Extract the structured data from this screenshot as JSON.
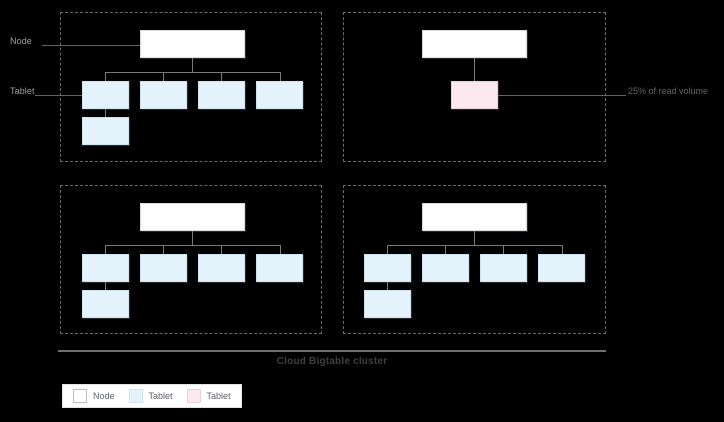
{
  "diagram": {
    "caption": "Cloud Bigtable cluster",
    "annotations": {
      "node_label": "Node",
      "tablet_label": "Tablet",
      "hot_tablet_callout": "25% of read volume"
    },
    "colors": {
      "node_fill": "#ffffff",
      "tablet_fill": "#e3f2fb",
      "hot_tablet_fill": "#fbe9ef",
      "panel_border": "#6b6b6b",
      "connector": "#7a7a7a",
      "background": "#000000",
      "caption_text": "#3c4043",
      "label_text": "#9aa0a6"
    },
    "nodes": [
      {
        "id": "node-1",
        "position": "top-left",
        "node_box": {
          "type": "node",
          "fill": "node_fill"
        },
        "tablets": [
          {
            "id": "tablet-1-1",
            "type": "tablet"
          },
          {
            "id": "tablet-1-2",
            "type": "tablet"
          },
          {
            "id": "tablet-1-3",
            "type": "tablet"
          },
          {
            "id": "tablet-1-4",
            "type": "tablet"
          },
          {
            "id": "tablet-1-5",
            "type": "tablet"
          }
        ],
        "tablet_count": 5
      },
      {
        "id": "node-2",
        "position": "top-right",
        "node_box": {
          "type": "node",
          "fill": "node_fill"
        },
        "tablets": [
          {
            "id": "tablet-2-1",
            "type": "hot-tablet"
          }
        ],
        "tablet_count": 1
      },
      {
        "id": "node-3",
        "position": "bottom-left",
        "node_box": {
          "type": "node",
          "fill": "node_fill"
        },
        "tablets": [
          {
            "id": "tablet-3-1",
            "type": "tablet"
          },
          {
            "id": "tablet-3-2",
            "type": "tablet"
          },
          {
            "id": "tablet-3-3",
            "type": "tablet"
          },
          {
            "id": "tablet-3-4",
            "type": "tablet"
          },
          {
            "id": "tablet-3-5",
            "type": "tablet"
          }
        ],
        "tablet_count": 5
      },
      {
        "id": "node-4",
        "position": "bottom-right",
        "node_box": {
          "type": "node",
          "fill": "node_fill"
        },
        "tablets": [
          {
            "id": "tablet-4-1",
            "type": "tablet"
          },
          {
            "id": "tablet-4-2",
            "type": "tablet"
          },
          {
            "id": "tablet-4-3",
            "type": "tablet"
          },
          {
            "id": "tablet-4-4",
            "type": "tablet"
          },
          {
            "id": "tablet-4-5",
            "type": "tablet"
          }
        ],
        "tablet_count": 5
      }
    ],
    "legend": {
      "items": [
        {
          "label": "Node",
          "swatch": "#ffffff"
        },
        {
          "label": "Tablet",
          "swatch": "#e3f2fb"
        },
        {
          "label": "Tablet",
          "swatch": "#fbe9ef"
        }
      ]
    }
  }
}
